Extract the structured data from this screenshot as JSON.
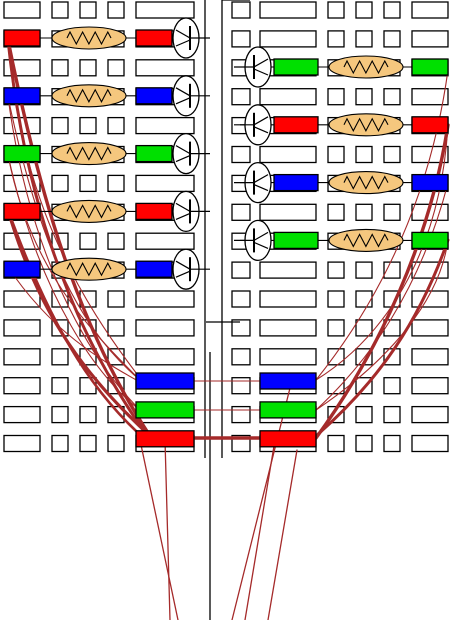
{
  "palette": {
    "background": "#ffffff",
    "grid_outline": "#000000",
    "wire": "#a52a2a",
    "red": "#ff0000",
    "green": "#00e000",
    "blue": "#0000ff",
    "resistor_fill": "#f5c77e"
  },
  "left_column_components": [
    {
      "pad_color": "red",
      "icon": "resistor-icon",
      "transistor_icon": "transistor-icon"
    },
    {
      "pad_color": "blue",
      "icon": "resistor-icon",
      "transistor_icon": "transistor-icon"
    },
    {
      "pad_color": "green",
      "icon": "resistor-icon",
      "transistor_icon": "transistor-icon"
    },
    {
      "pad_color": "red",
      "icon": "resistor-icon",
      "transistor_icon": "transistor-icon"
    },
    {
      "pad_color": "blue",
      "icon": "resistor-icon",
      "transistor_icon": "transistor-icon"
    }
  ],
  "right_column_components": [
    {
      "pad_color": "green",
      "icon": "resistor-icon",
      "transistor_icon": "transistor-icon"
    },
    {
      "pad_color": "red",
      "icon": "resistor-icon",
      "transistor_icon": "transistor-icon"
    },
    {
      "pad_color": "blue",
      "icon": "resistor-icon",
      "transistor_icon": "transistor-icon"
    },
    {
      "pad_color": "green",
      "icon": "resistor-icon",
      "transistor_icon": "transistor-icon"
    }
  ],
  "bus_pads": [
    {
      "pad_color": "blue"
    },
    {
      "pad_color": "green"
    },
    {
      "pad_color": "red"
    }
  ]
}
